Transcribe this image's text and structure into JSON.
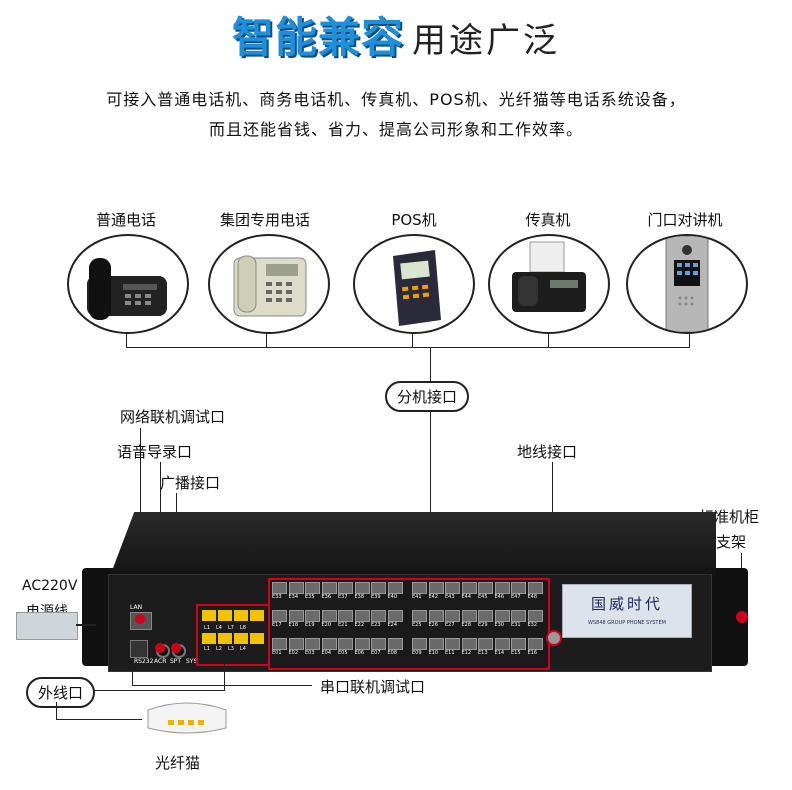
{
  "headline": {
    "emphasis": "智能兼容",
    "rest": "用途广泛"
  },
  "intro": {
    "line1": "可接入普通电话机、商务电话机、传真机、POS机、光纤猫等电话系统设备，",
    "line2": "而且还能省钱、省力、提高公司形象和工作效率。"
  },
  "devices": [
    {
      "label": "普通电话",
      "icon": "desk-phone-icon"
    },
    {
      "label": "集团专用电话",
      "icon": "business-phone-icon"
    },
    {
      "label": "POS机",
      "icon": "pos-terminal-icon"
    },
    {
      "label": "传真机",
      "icon": "fax-machine-icon"
    },
    {
      "label": "门口对讲机",
      "icon": "door-intercom-icon"
    }
  ],
  "callouts": {
    "extension_port": "分机接口",
    "network_debug": "网络联机调试口",
    "voice_record": "语音导录口",
    "broadcast": "广播接口",
    "ground": "地线接口",
    "rack_mount_1": "标准机柜",
    "rack_mount_2": "支架",
    "power_1": "AC220V",
    "power_2": "电源线",
    "trunk_port": "外线口",
    "serial_debug": "串口联机调试口",
    "modem": "光纤猫"
  },
  "device_panel": {
    "brand": "国威时代",
    "model": "WS848 GROUP PHONE SYSTEM",
    "port_labels": [
      "LAN",
      "ACR",
      "SPT",
      "SYS",
      "RS232"
    ],
    "trunk_labels_top": [
      "L1",
      "L4",
      "L7",
      "L8"
    ],
    "trunk_labels_bottom": [
      "L1",
      "L2",
      "L3",
      "L4"
    ],
    "ext_labels": {
      "g1_r1": [
        "E33",
        "E34",
        "E35",
        "E36",
        "E37",
        "E38",
        "E39",
        "E40"
      ],
      "g1_r2": [
        "E17",
        "E18",
        "E19",
        "E20",
        "E21",
        "E22",
        "E23",
        "E24"
      ],
      "g1_r3": [
        "E01",
        "E02",
        "E03",
        "E04",
        "E05",
        "E06",
        "E07",
        "E08"
      ],
      "g2_r1": [
        "E41",
        "E42",
        "E43",
        "E44",
        "E45",
        "E46",
        "E47",
        "E48"
      ],
      "g2_r2": [
        "E25",
        "E26",
        "E27",
        "E28",
        "E29",
        "E30",
        "E31",
        "E32"
      ],
      "g2_r3": [
        "E09",
        "E10",
        "E11",
        "E12",
        "E13",
        "E14",
        "E15",
        "E16"
      ]
    }
  },
  "colors": {
    "accent": "#1e8fd8",
    "highlight": "#d0021b",
    "chassis": "#1c1c1c",
    "trunk_port": "#f2c100"
  }
}
